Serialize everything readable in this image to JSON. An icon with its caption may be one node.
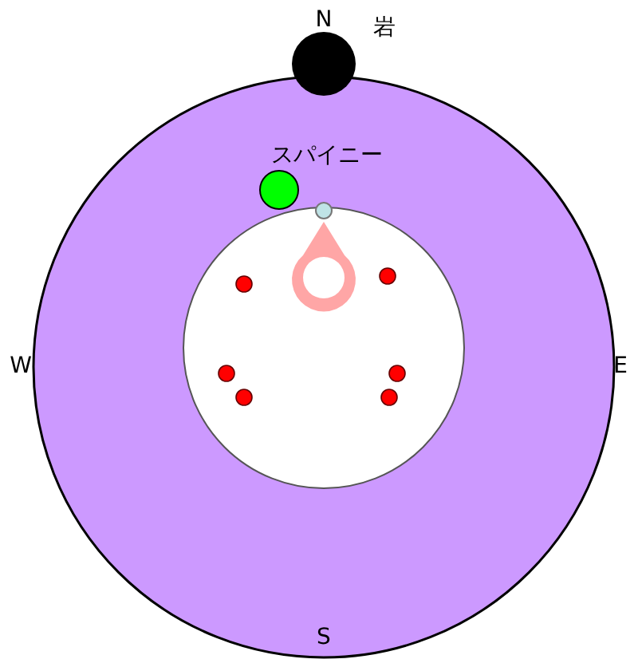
{
  "diagram": {
    "labels": [
      "N",
      "岩",
      "スパイニー",
      "W",
      "E",
      "S"
    ]
  }
}
